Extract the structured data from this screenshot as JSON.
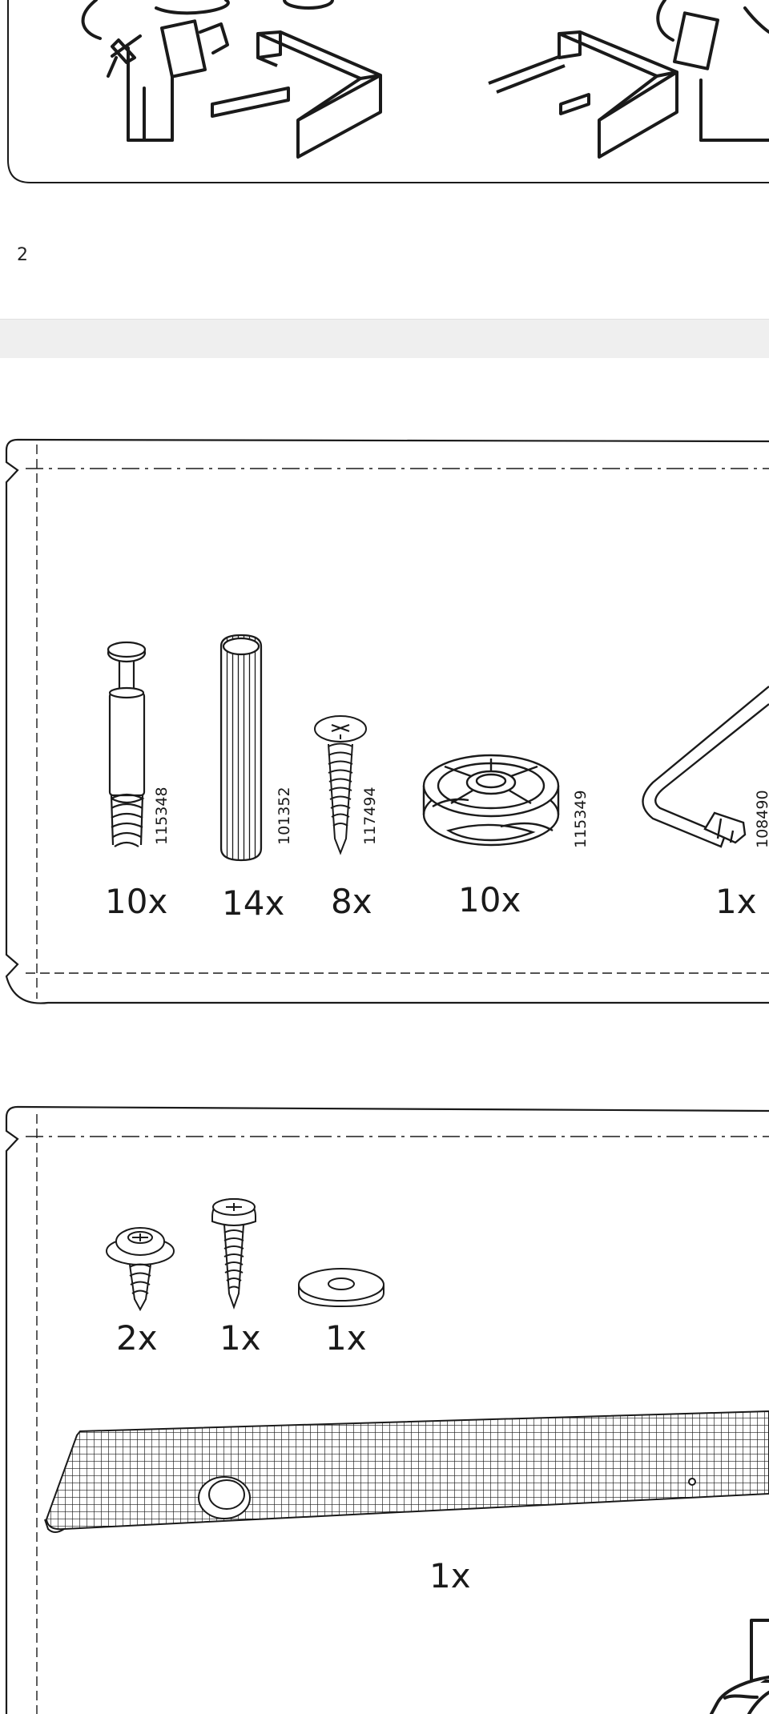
{
  "page_number": "2",
  "bag1": {
    "parts": [
      {
        "name": "cam-lock-bolt",
        "qty": "10x",
        "article": "115348"
      },
      {
        "name": "wooden-dowel",
        "qty": "14x",
        "article": "101352"
      },
      {
        "name": "screw",
        "qty": "8x",
        "article": "117494"
      },
      {
        "name": "cam-lock-nut",
        "qty": "10x",
        "article": "115349"
      },
      {
        "name": "allen-key",
        "qty": "1x",
        "article": "108490"
      }
    ]
  },
  "bag2": {
    "parts": [
      {
        "name": "washer-head-screw",
        "qty": "2x"
      },
      {
        "name": "pan-head-screw",
        "qty": "1x"
      },
      {
        "name": "washer",
        "qty": "1x"
      }
    ],
    "felt_pad": {
      "name": "anti-slip-mat",
      "qty": "1x"
    }
  },
  "colors": {
    "line": "#1a1a1a",
    "background": "#ffffff",
    "page_gap": "#efefef"
  }
}
